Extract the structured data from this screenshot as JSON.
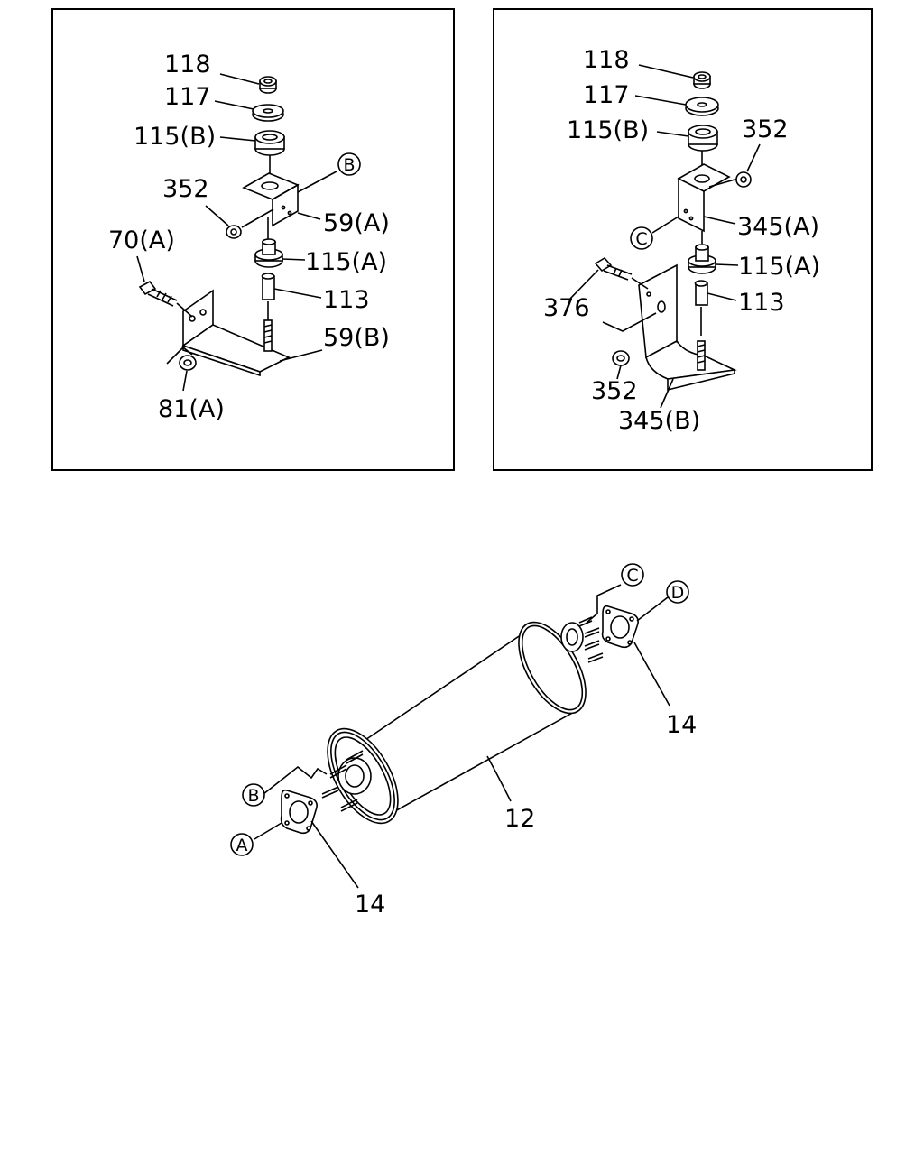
{
  "callouts": {
    "A": "A",
    "B": "B",
    "C": "C",
    "D": "D"
  },
  "left_panel": {
    "labels": {
      "p118": "118",
      "p117": "117",
      "p115b": "115(B)",
      "p352": "352",
      "p59a": "59(A)",
      "p70a": "70(A)",
      "p115a": "115(A)",
      "p113": "113",
      "p59b": "59(B)",
      "p81a": "81(A)"
    }
  },
  "right_panel": {
    "labels": {
      "p118": "118",
      "p117": "117",
      "p115b": "115(B)",
      "p352_top": "352",
      "p345a": "345(A)",
      "p115a": "115(A)",
      "p376": "376",
      "p113": "113",
      "p352_bottom": "352",
      "p345b": "345(B)"
    }
  },
  "main_assembly": {
    "labels": {
      "p12": "12",
      "p14_right": "14",
      "p14_left": "14"
    }
  }
}
